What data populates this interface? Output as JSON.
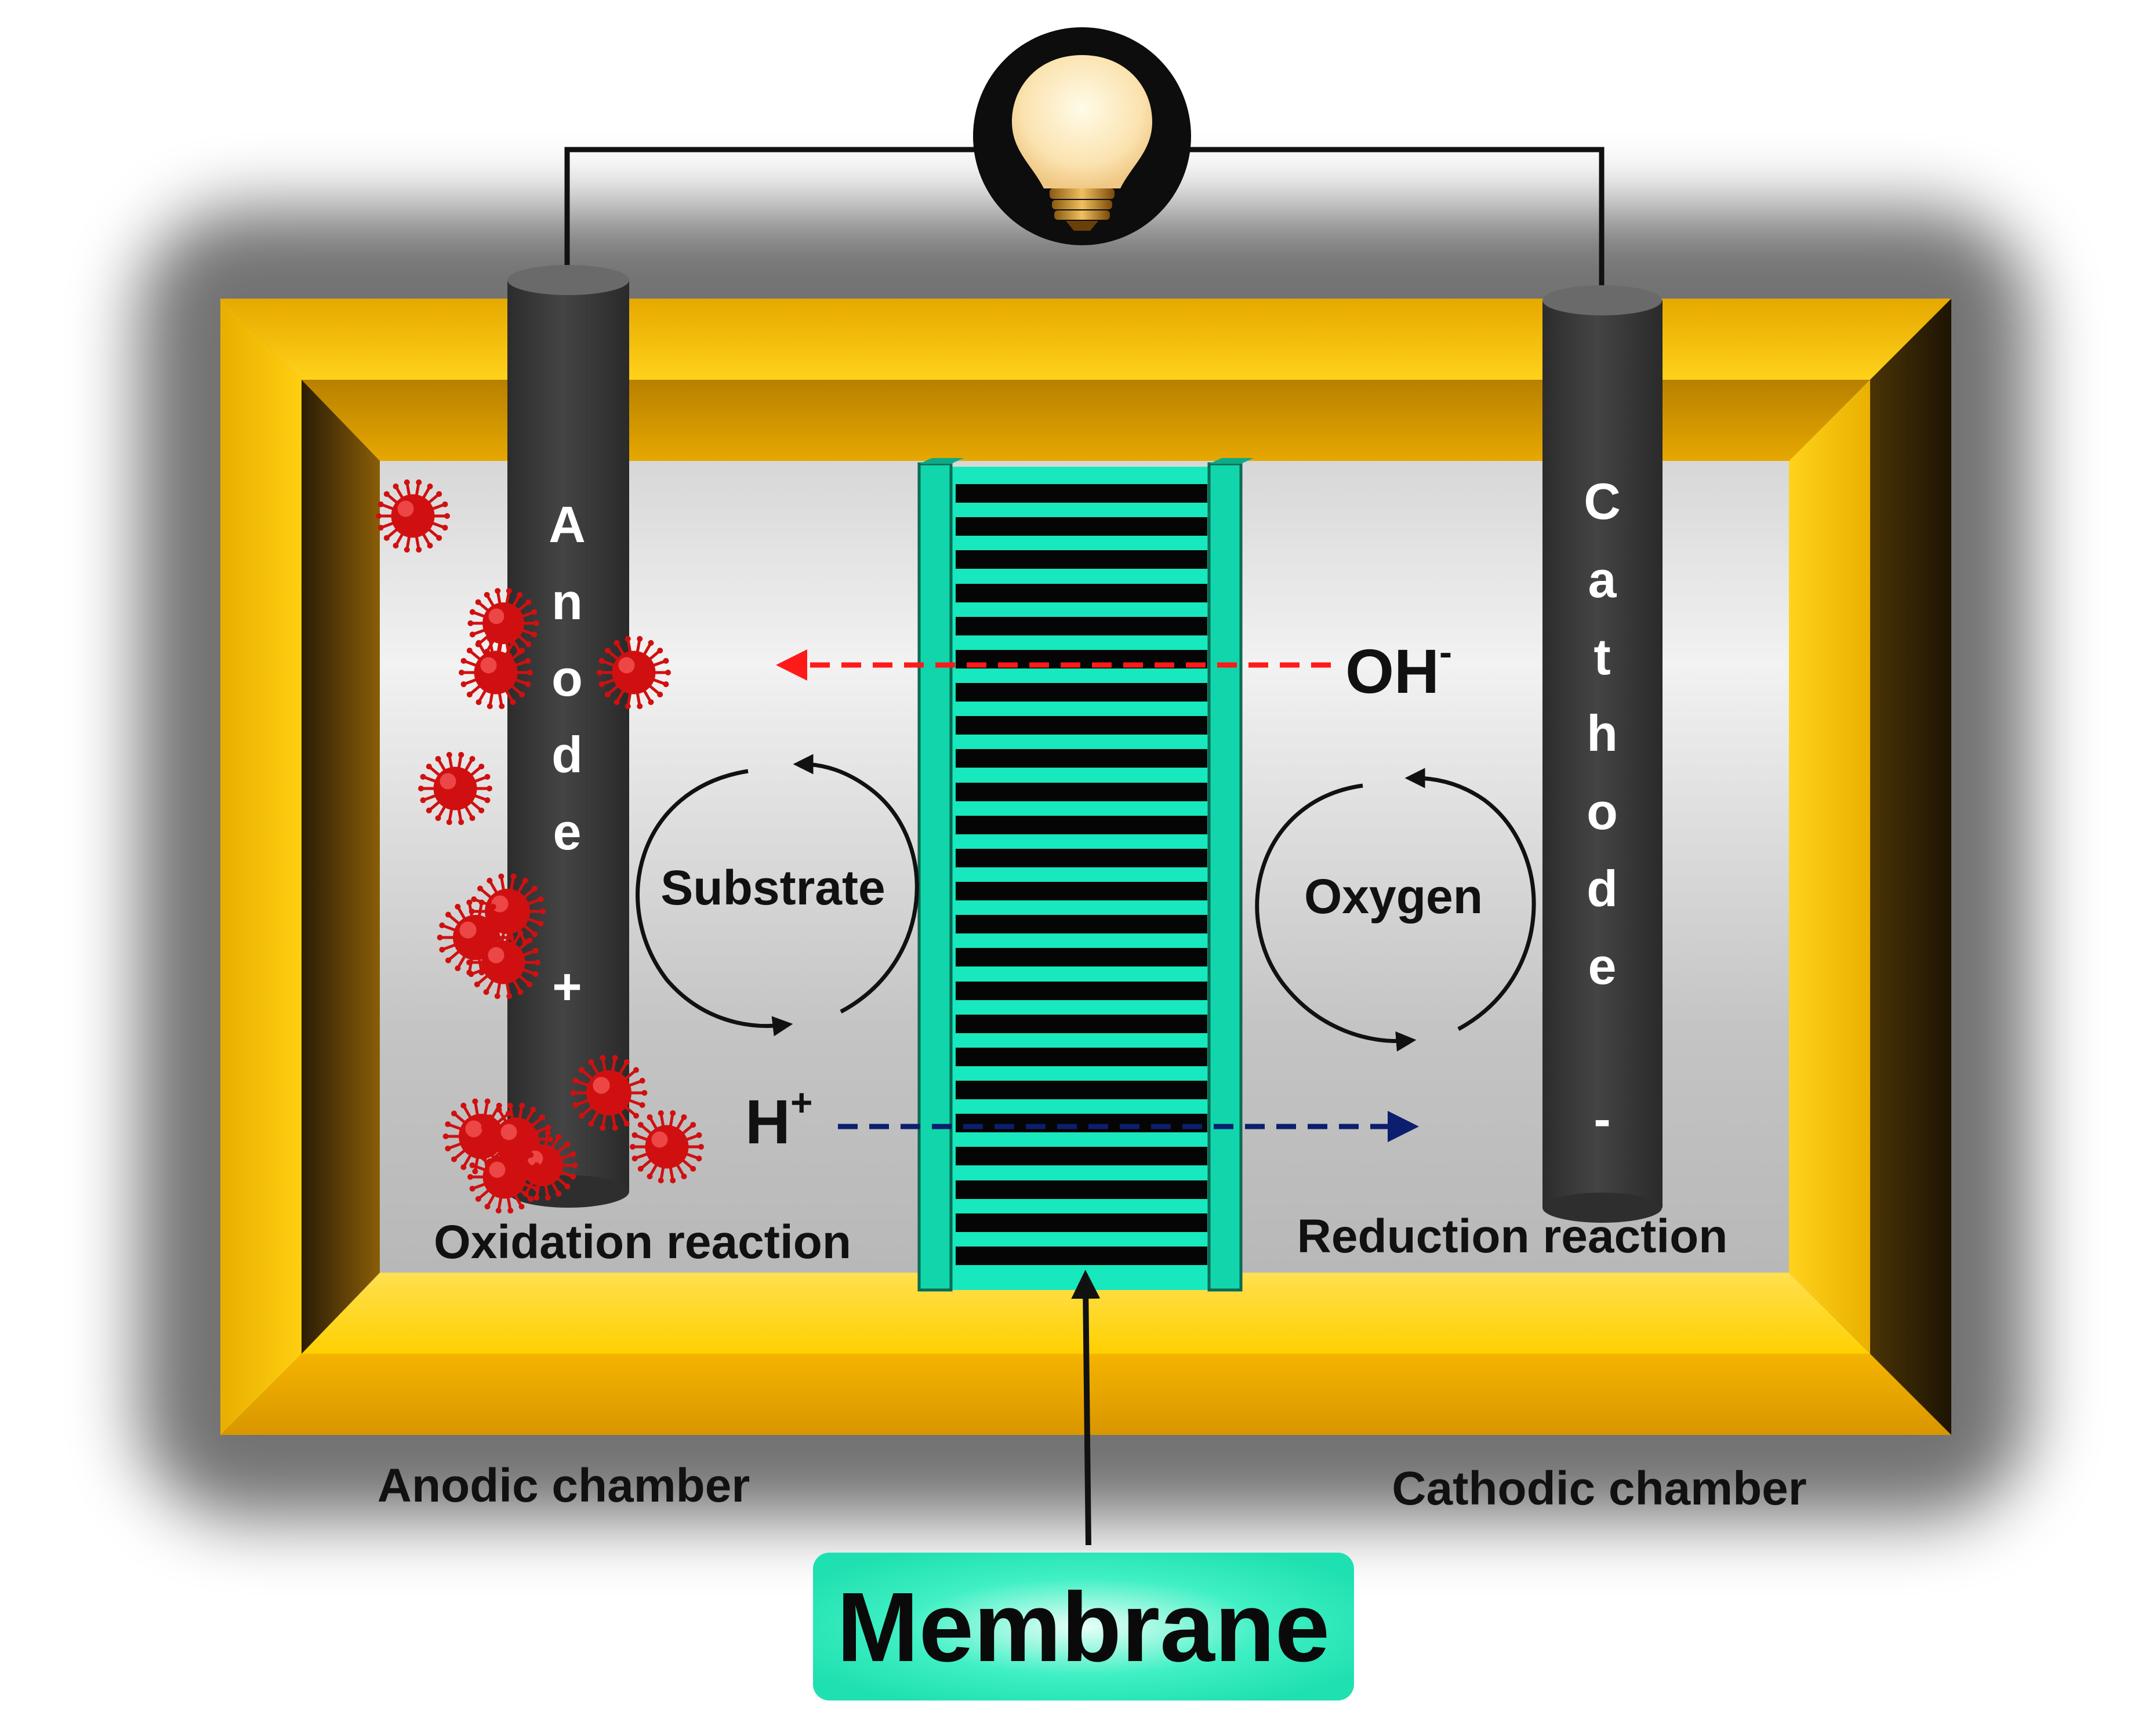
{
  "electrodes": {
    "anode": {
      "letters": [
        "A",
        "n",
        "o",
        "d",
        "e"
      ],
      "sign": "+"
    },
    "cathode": {
      "letters": [
        "C",
        "a",
        "t",
        "h",
        "o",
        "d",
        "e"
      ],
      "sign": "-"
    }
  },
  "ions": {
    "hydroxide": {
      "base": "OH",
      "charge": "-"
    },
    "proton": {
      "base": "H",
      "charge": "+"
    }
  },
  "cycles": {
    "anode_cycle": "Substrate",
    "cathode_cycle": "Oxygen"
  },
  "reactions": {
    "anode": "Oxidation reaction",
    "cathode": "Reduction reaction"
  },
  "chambers": {
    "anodic": "Anodic chamber",
    "cathodic": "Cathodic chamber"
  },
  "membrane": {
    "label": "Membrane"
  },
  "colors": {
    "frame_gold": "#f2b800",
    "frame_dark": "#2a1c05",
    "electrode": "#3a3a3a",
    "membrane_teal": "#17e8bd",
    "oh_arrow": "#ff1a1a",
    "h_arrow": "#0b1f6e",
    "microbe": "#d01010"
  },
  "icons": {
    "bulb": "light-bulb-icon",
    "microbe": "microbe-icon"
  }
}
